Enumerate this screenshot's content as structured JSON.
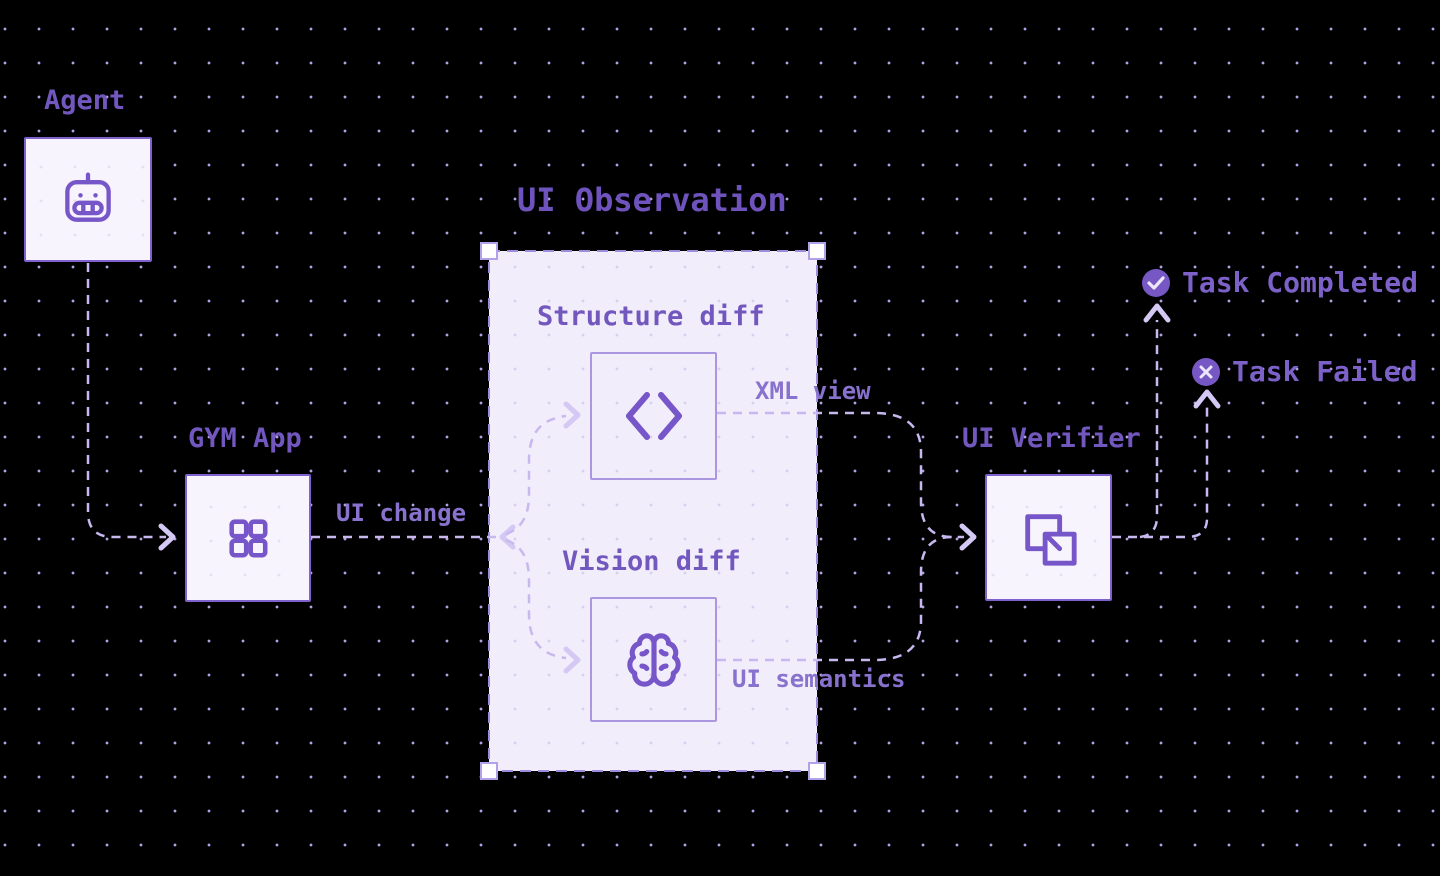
{
  "diagram": {
    "nodes": {
      "agent": {
        "label": "Agent",
        "icon": "robot-icon"
      },
      "gym": {
        "label": "GYM App",
        "icon": "app-grid-icon"
      },
      "verifier": {
        "label": "UI Verifier",
        "icon": "overlap-squares-icon"
      }
    },
    "observation_panel": {
      "title": "UI Observation",
      "structure": {
        "label": "Structure diff",
        "icon": "code-icon"
      },
      "vision": {
        "label": "Vision diff",
        "icon": "brain-icon"
      }
    },
    "edges": {
      "ui_change": {
        "label": "UI change"
      },
      "xml_view": {
        "label": "XML view"
      },
      "ui_semantics": {
        "label": "UI semantics"
      }
    },
    "outcomes": {
      "completed": {
        "label": "Task Completed",
        "icon": "check-circle-icon"
      },
      "failed": {
        "label": "Task Failed",
        "icon": "x-circle-icon"
      }
    },
    "colors": {
      "background": "#000000",
      "grid_dot": "#b3a2e2",
      "node_fill": "#f7f4fd",
      "node_border": "#7e61cc",
      "icon_stroke": "#7656c8",
      "panel_fill": "#f1edfa",
      "panel_border": "#9e8bdc",
      "inner_box_border": "#ab97e0",
      "connector": "#c7b8f0",
      "arrowhead": "#d4c8f4",
      "node_label_text": "#7257be",
      "edge_label_text": "#8872ce",
      "status_fill": "#7657c4",
      "status_glyph": "#ece6f8"
    }
  }
}
